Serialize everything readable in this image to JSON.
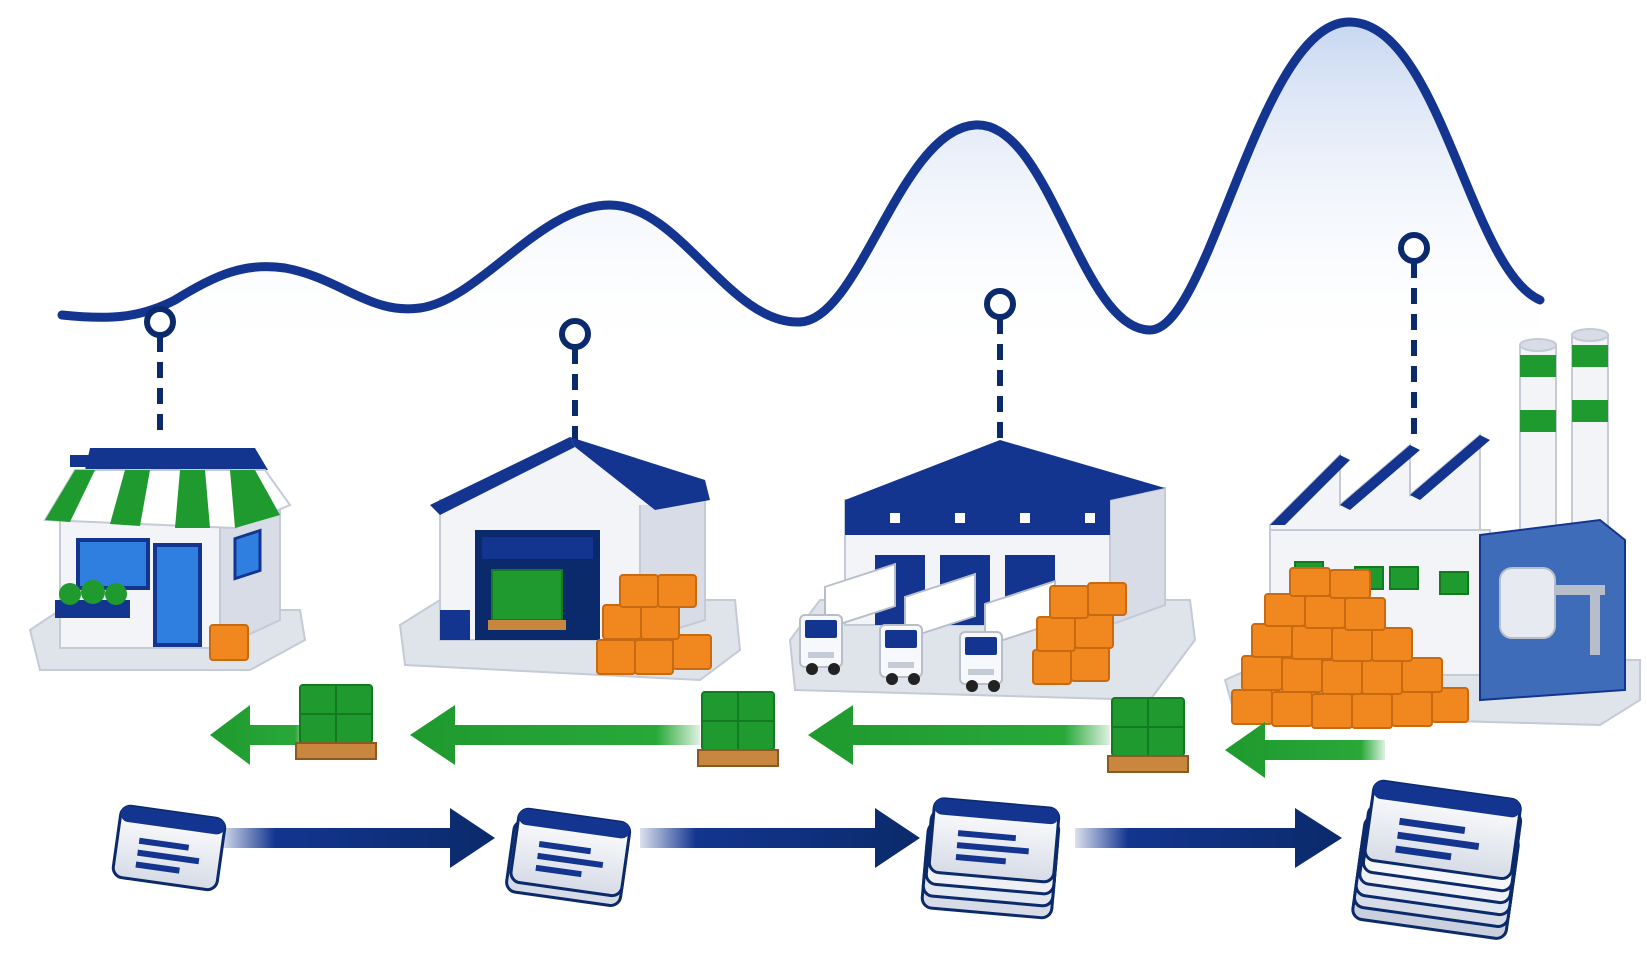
{
  "diagram": {
    "stages": [
      {
        "name": "retailer",
        "icon": "store-icon",
        "bars": 1
      },
      {
        "name": "wholesaler",
        "icon": "warehouse-icon",
        "bars": 2
      },
      {
        "name": "distributor",
        "icon": "distribution-center-icon",
        "bars": 3
      },
      {
        "name": "manufacturer",
        "icon": "factory-icon",
        "bars": 4
      }
    ],
    "demand_curve": {
      "trend": "amplifying",
      "direction": "upstream"
    },
    "flows": {
      "goods": {
        "direction": "downstream",
        "icon": "pallet-icon"
      },
      "orders": {
        "direction": "upstream",
        "icon": "order-document-icon"
      }
    },
    "colors": {
      "navy": "#13358f",
      "navy_dark": "#0b2a6b",
      "green": "#1f9a2e",
      "green_dark": "#137a22",
      "orange": "#f0871f",
      "orange_dark": "#c96a10",
      "wave_fill": "#dbe6f7",
      "pallet": "#c9863f",
      "wall": "#f2f4f8",
      "base": "#dfe3ea"
    }
  }
}
